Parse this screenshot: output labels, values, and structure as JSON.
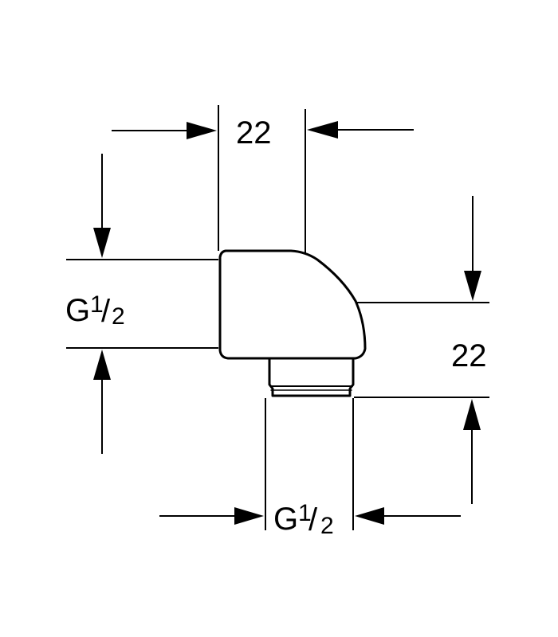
{
  "dimensions": {
    "top_width": "22",
    "right_height": "22",
    "left_thread": {
      "base": "G",
      "numerator": "1",
      "slash": "/",
      "denominator": "2"
    },
    "bottom_thread": {
      "base": "G",
      "numerator": "1",
      "slash": "/",
      "denominator": "2"
    }
  },
  "colors": {
    "line": "#000000",
    "background": "#ffffff"
  }
}
